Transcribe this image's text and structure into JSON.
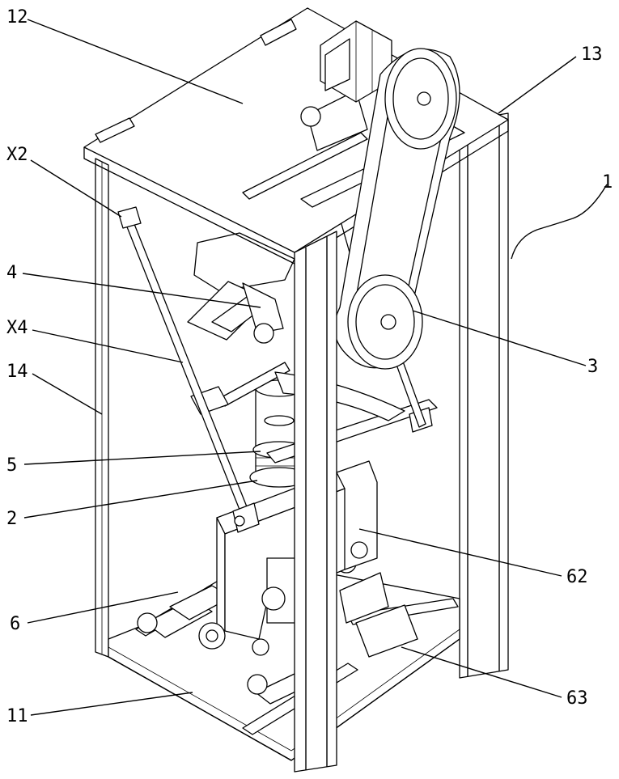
{
  "labels": {
    "l12": "12",
    "l13": "13",
    "lX2": "X2",
    "l1": "1",
    "l4": "4",
    "lX4": "X4",
    "l14": "14",
    "l3": "3",
    "l5": "5",
    "l2": "2",
    "l62": "62",
    "l6": "6",
    "l63": "63",
    "l11": "11"
  }
}
